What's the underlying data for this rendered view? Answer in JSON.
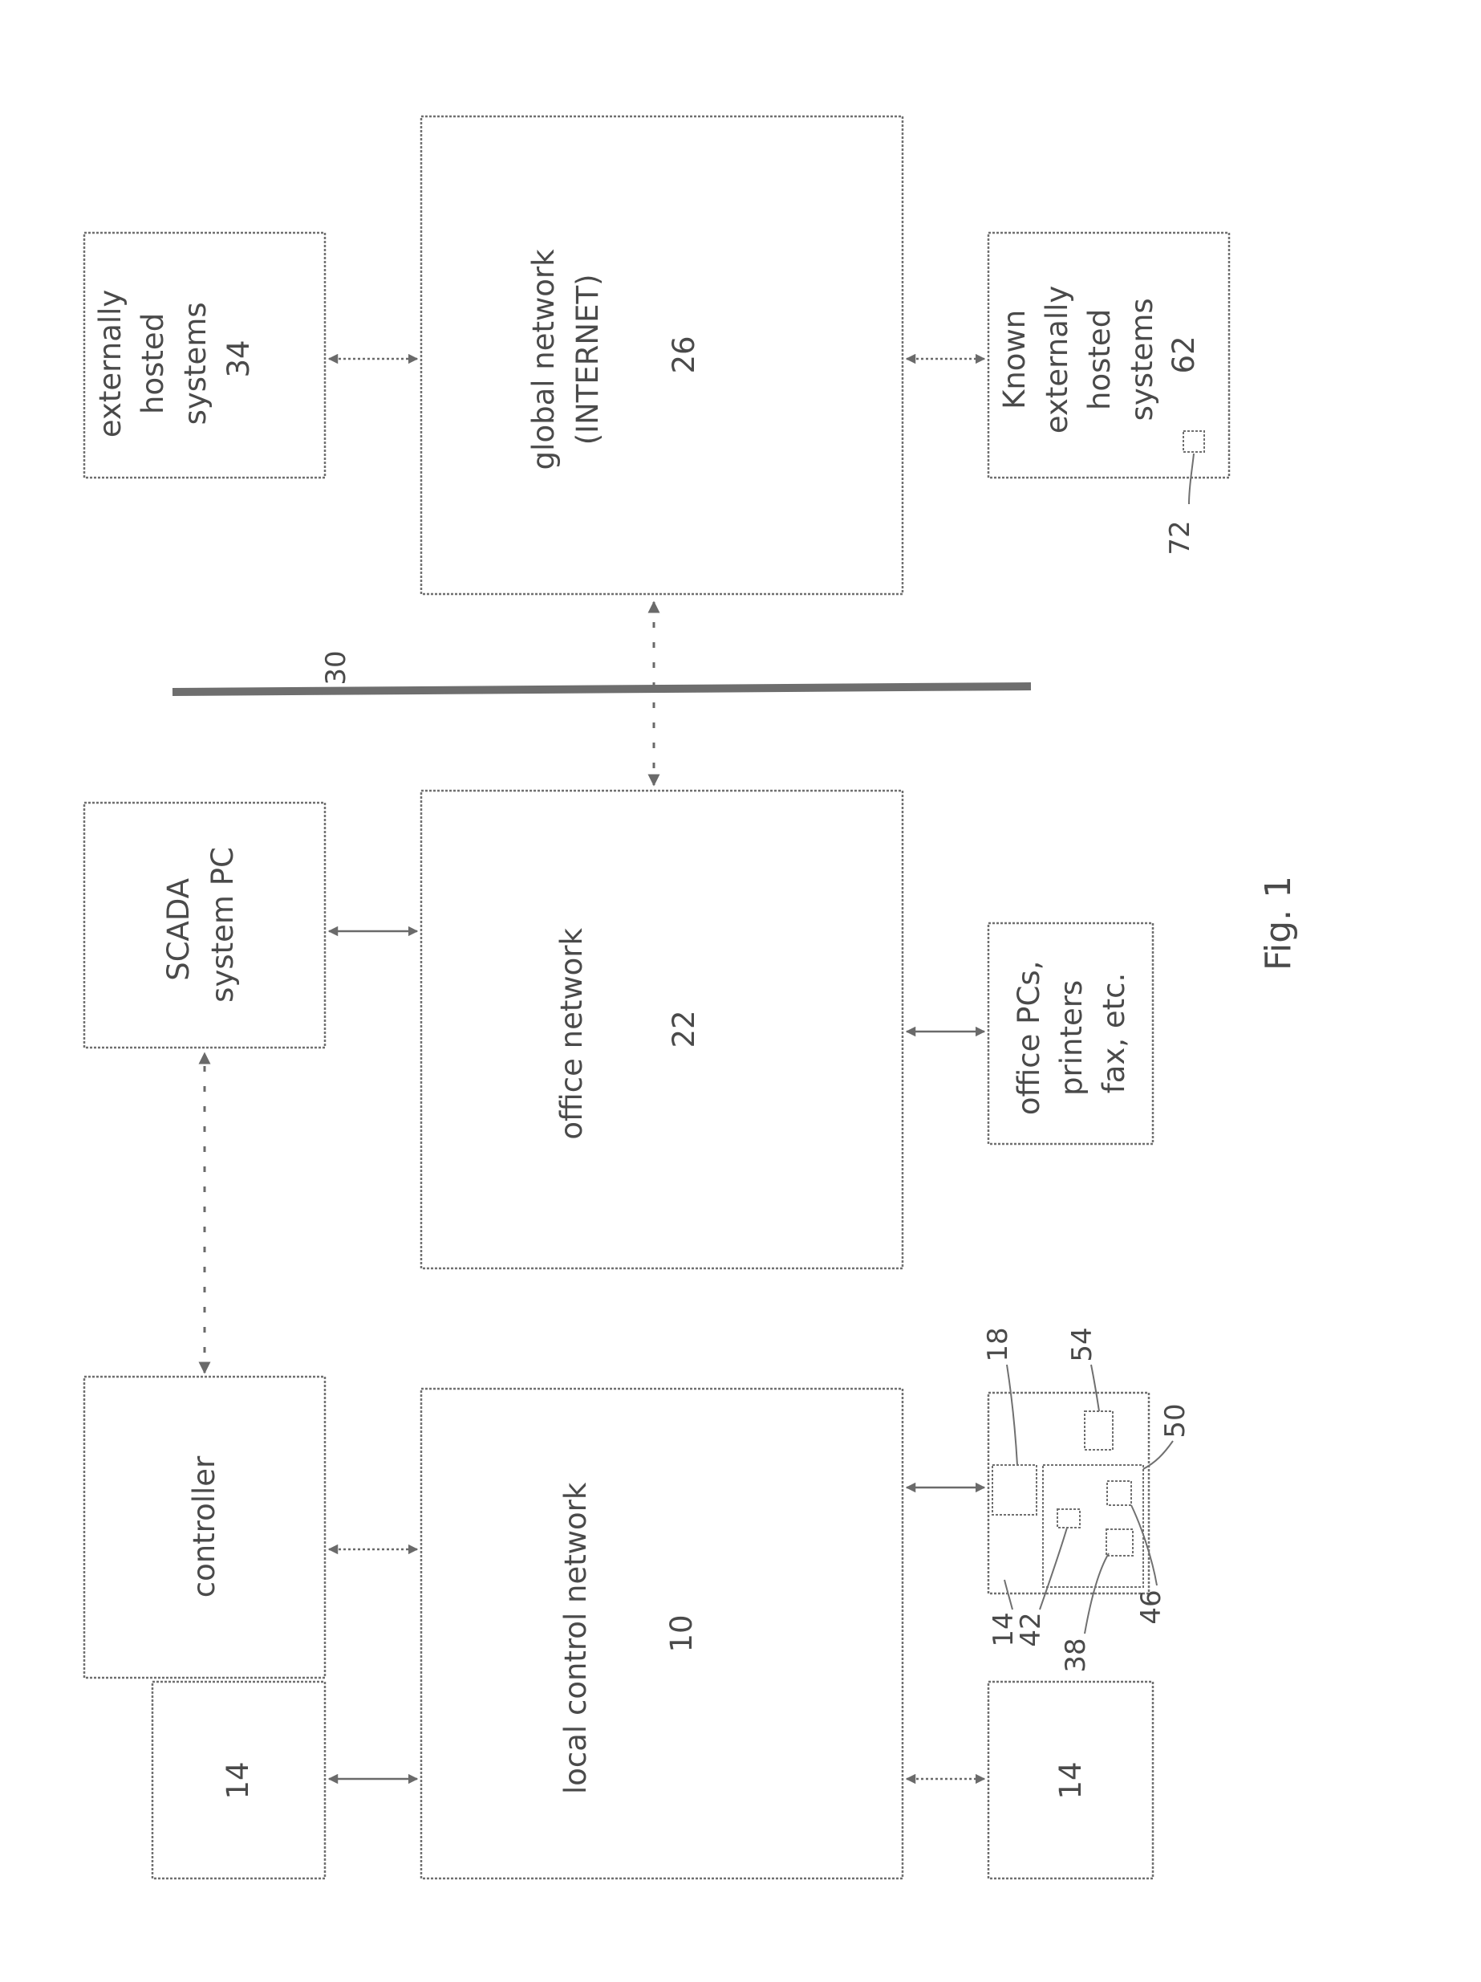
{
  "figure": {
    "caption": "Fig. 1",
    "barrier_ref": "30"
  },
  "blocks": {
    "externally_hosted": {
      "lines": [
        "externally",
        "hosted",
        "systems",
        "34"
      ]
    },
    "global_network": {
      "lines": [
        "global network",
        "(INTERNET)",
        "26"
      ]
    },
    "known_external": {
      "lines": [
        "Known",
        "externally",
        "hosted",
        "systems",
        "62"
      ],
      "ref": "72"
    },
    "scada": {
      "lines": [
        "SCADA",
        "system PC"
      ]
    },
    "office_network": {
      "lines": [
        "office network",
        "22"
      ]
    },
    "office_pcs": {
      "lines": [
        "office PCs,",
        "printers",
        "fax, etc."
      ]
    },
    "controller": {
      "lines": [
        "controller"
      ]
    },
    "local_control": {
      "lines": [
        "local control network",
        "10"
      ]
    },
    "device_left": {
      "lines": [
        "14"
      ]
    },
    "device_right": {
      "lines": [
        "14"
      ]
    },
    "device_detail": {
      "refs": [
        "18",
        "54",
        "50",
        "14",
        "42",
        "38",
        "46"
      ]
    }
  }
}
